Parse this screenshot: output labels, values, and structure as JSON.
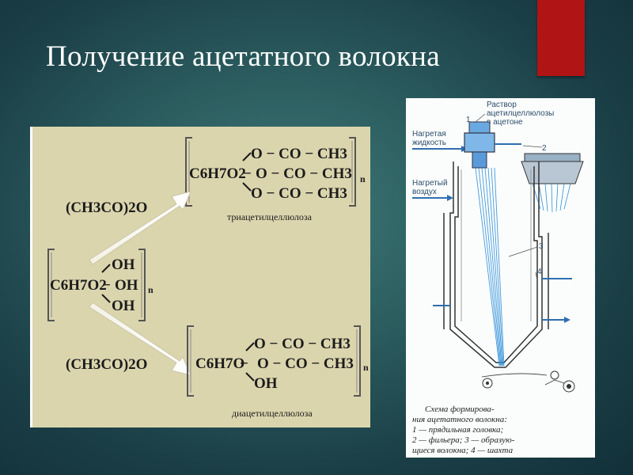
{
  "title": "Получение ацетатного волокна",
  "reaction": {
    "reagent_top": "(CH3CO)2O",
    "reagent_bottom": "(CH3CO)2O",
    "cellulose": {
      "core": "C6H7O2",
      "groups": [
        "OH",
        "OH",
        "OH"
      ],
      "n": "n"
    },
    "triacetate": {
      "core": "C6H7O2",
      "groups": [
        "O − CO − CH3",
        "O − CO − CH3",
        "O − CO − CH3"
      ],
      "n": "n",
      "caption": "триацетилцеллюлоза"
    },
    "diacetate": {
      "core": "C6H7O",
      "groups": [
        "O − CO − CH3",
        "O − CO − CH3",
        "OH"
      ],
      "n": "n",
      "caption": "диацетилцеллюлоза"
    }
  },
  "apparatus": {
    "label_solution": [
      "Раствор",
      "ацетилцеллюлозы",
      "в ацетоне"
    ],
    "label_liquid": [
      "Нагретая",
      "жидкость"
    ],
    "label_air": [
      "Нагретый",
      "воздух"
    ],
    "numbers": [
      "1",
      "2",
      "3",
      "4"
    ],
    "caption": [
      "Схема формирова-",
      "ния ацетатного волокна:",
      "1 — прядильная головка;",
      "2 — фильера; 3 — образую-",
      "щиеся волокна; 4 — шахта"
    ]
  },
  "colors": {
    "accent_red": "#b01414",
    "panel_beige": "#dbd5ae",
    "fiber_blue": "#2e8fd8"
  }
}
